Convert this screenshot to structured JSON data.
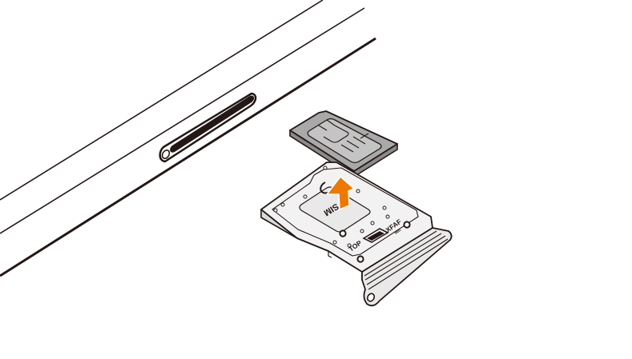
{
  "figure": {
    "description": "Removing the SIM card from the SIM card tray",
    "colors": {
      "background": "#ffffff",
      "line": "#231815",
      "sim_card": "#a9a9a9",
      "sim_chip": "#c4c4c4",
      "tray": "#f2f2f2",
      "tray_edge": "#d9d9d9",
      "arrow": "#ee7800"
    },
    "device": {
      "name": "phone-side-edge",
      "slot": "sim-tray-slot"
    },
    "sim_card": {
      "name": "nano-sim-card"
    },
    "tray": {
      "labels": {
        "sim": "SIM",
        "top": "TOP",
        "xfaf": "XFAF",
        "min": "Min."
      }
    },
    "arrow": {
      "direction": "up",
      "meaning": "lift SIM card out of tray"
    }
  }
}
